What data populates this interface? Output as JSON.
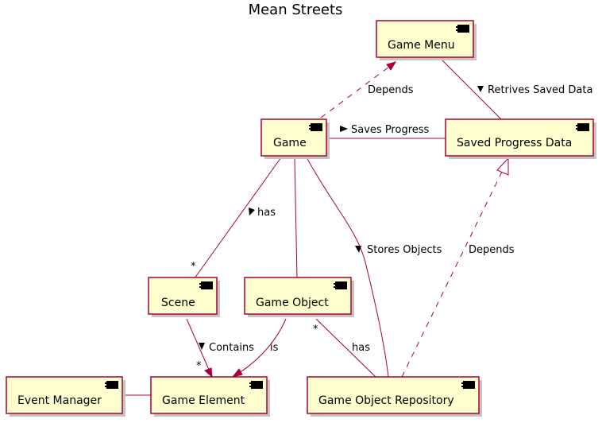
{
  "title": "Mean Streets",
  "components": {
    "game_menu": "Game Menu",
    "game": "Game",
    "saved_progress_data": "Saved Progress Data",
    "scene": "Scene",
    "game_object": "Game Object",
    "event_manager": "Event Manager",
    "game_element": "Game Element",
    "game_object_repository": "Game Object Repository"
  },
  "labels": {
    "depends_menu": "Depends",
    "retrives": "Retrives Saved Data",
    "saves_progress": "Saves Progress",
    "has_scene": "has",
    "stores_objects": "Stores Objects",
    "depends_repo": "Depends",
    "contains": "Contains",
    "is": "is",
    "has_repo": "has"
  },
  "multiplicities": {
    "scene_star": "*",
    "contains_star": "*",
    "game_object_star": "*"
  }
}
